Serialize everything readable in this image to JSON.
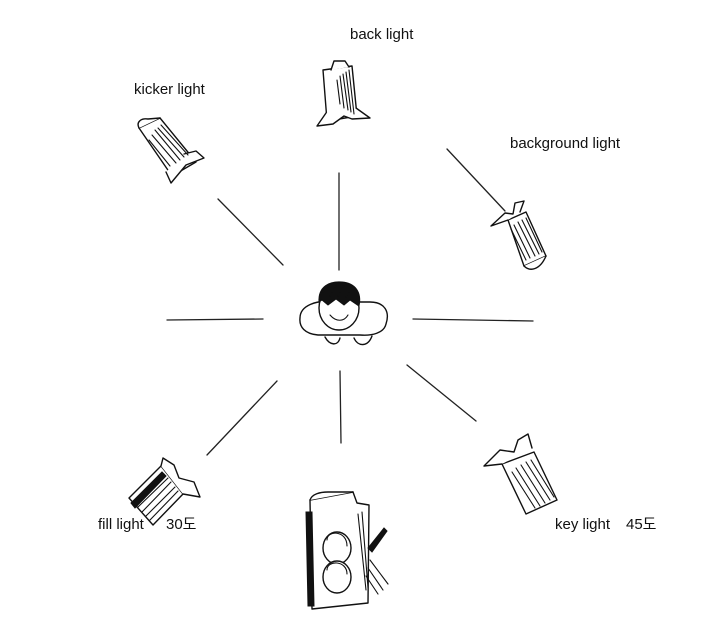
{
  "labels": {
    "back": "back light",
    "kicker": "kicker light",
    "background": "background light",
    "fill": "fill light",
    "fill_angle": "30도",
    "key": "key light",
    "key_angle": "45도"
  },
  "colors": {
    "ink": "#111111",
    "background": "#ffffff"
  },
  "icons": [
    "subject-figure-icon",
    "camera-icon",
    "light-fixture-icon"
  ]
}
